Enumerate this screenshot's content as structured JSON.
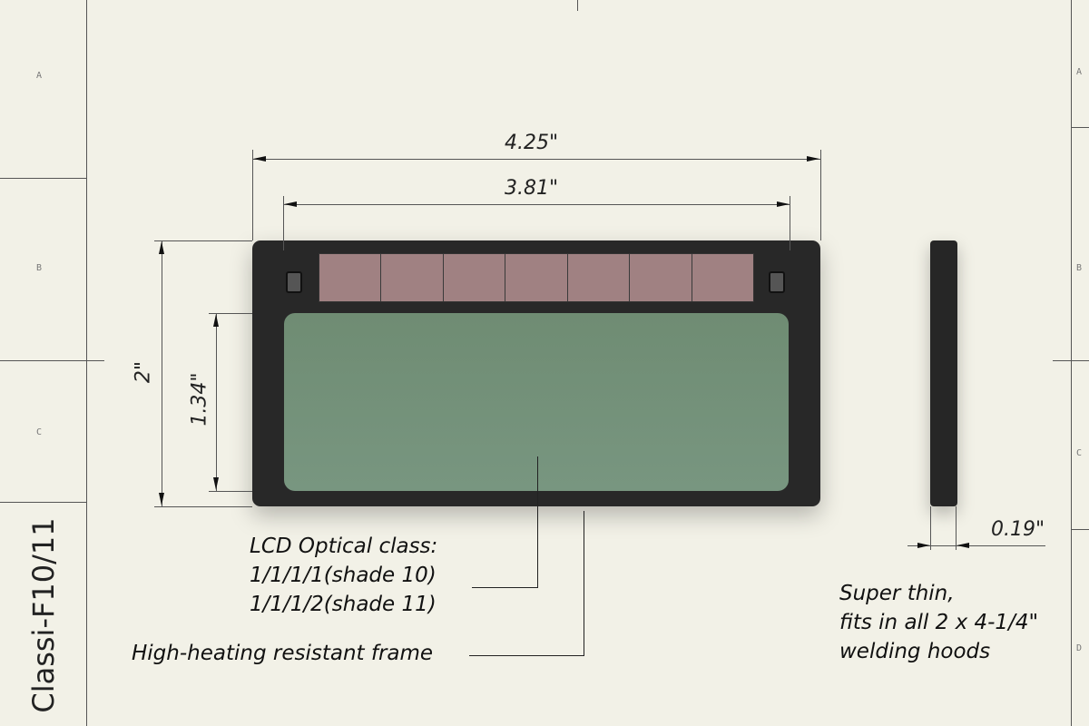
{
  "drawing": {
    "model_name": "Classi-F10/11",
    "zones_left": [
      "A",
      "B",
      "C"
    ],
    "zones_right": [
      "A",
      "B",
      "C",
      "D"
    ]
  },
  "dimensions": {
    "overall_width": "4.25\"",
    "viewing_width": "3.81\"",
    "overall_height": "2\"",
    "viewing_height": "1.34\"",
    "thickness": "0.19\""
  },
  "notes": {
    "lcd_title": "LCD Optical class:",
    "lcd_line1": "1/1/1/1(shade 10)",
    "lcd_line2": "1/1/1/2(shade 11)",
    "frame": "High-heating resistant frame",
    "thin_line1": "Super thin,",
    "thin_line2": "fits in all 2 x 4-1/4\"",
    "thin_line3": "welding hoods"
  },
  "colors": {
    "background": "#f2f1e7",
    "frame": "#282828",
    "solar": "#a08182",
    "lcd": "#74907a"
  }
}
